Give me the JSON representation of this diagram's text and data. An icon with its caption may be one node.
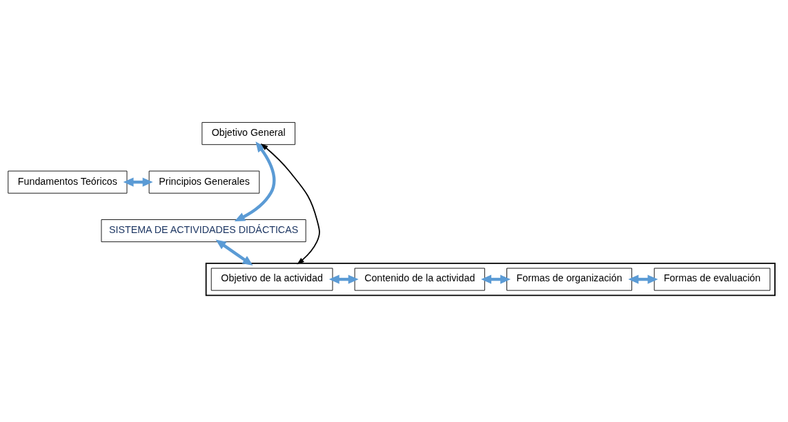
{
  "diagram": {
    "nodes": [
      {
        "text": [
          "Objetivo General"
        ]
      },
      {
        "text": [
          "Fundamentos Teóricos"
        ]
      },
      {
        "text": [
          "Principios Generales"
        ]
      },
      {
        "text": [
          "SISTEMA DE ACTIVIDADES DIDÁCTICAS"
        ]
      },
      {
        "text": [],
        "shape": "box"
      },
      {
        "text": [
          "Objetivo de la actividad"
        ],
        "in": 4
      },
      {
        "text": [
          "Contenido de la actividad"
        ],
        "in": 4
      },
      {
        "text": [
          "Formas de organización"
        ],
        "in": 4
      },
      {
        "text": [
          "Formas de evaluación"
        ],
        "in": 4
      }
    ],
    "edges": [
      {
        "from": 0,
        "to": 3,
        "arrow": "both"
      },
      {
        "from": 1,
        "to": 2,
        "arrow": "both"
      },
      {
        "from": 3,
        "to": 4,
        "arrow": "both"
      },
      {
        "from": 0,
        "to": 4,
        "arrow": "both",
        "color": "#000000"
      },
      {
        "from": 5,
        "to": 6,
        "arrow": "both"
      },
      {
        "from": 6,
        "to": 7,
        "arrow": "both"
      },
      {
        "from": 7,
        "to": 8,
        "arrow": "both"
      }
    ]
  }
}
